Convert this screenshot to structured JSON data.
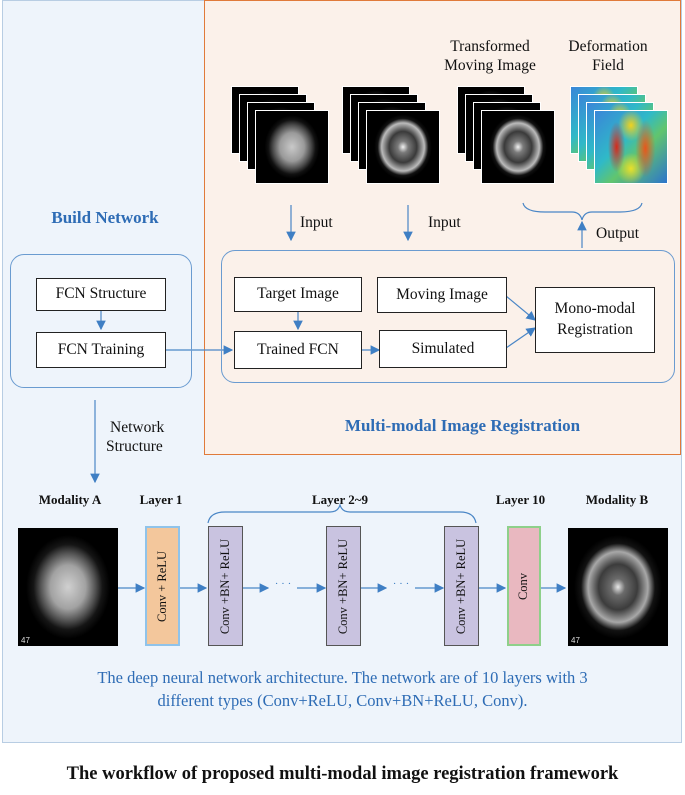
{
  "build_network": {
    "title": "Build Network",
    "fcn_structure": "FCN Structure",
    "fcn_training": "FCN Training"
  },
  "network_structure_label": {
    "line1": "Network",
    "line2": "Structure"
  },
  "registration": {
    "title": "Multi-modal Image Registration",
    "stack_labels": {
      "transformed": {
        "line1": "Transformed",
        "line2": "Moving Image"
      },
      "deformation": {
        "line1": "Deformation",
        "line2": "Field"
      }
    },
    "input1": "Input",
    "input2": "Input",
    "output": "Output",
    "target_image": "Target Image",
    "moving_image": "Moving Image",
    "trained_fcn": "Trained FCN",
    "simulated": "Simulated",
    "mono_modal": {
      "line1": "Mono-modal",
      "line2": "Registration"
    }
  },
  "architecture": {
    "modality_a": "Modality A",
    "modality_b": "Modality B",
    "layer1": "Layer 1",
    "layer2_9": "Layer 2~9",
    "layer10": "Layer 10",
    "conv_relu": "Conv + ReLU",
    "conv_bn_relu_1": "Conv +BN+ ReLU",
    "conv_bn_relu_2": "Conv +BN+ ReLU",
    "conv_bn_relu_3": "Conv +BN+ ReLU",
    "conv": "Conv",
    "dots1": "· · ·",
    "dots2": "· · ·",
    "slice_num_a": "47",
    "slice_num_b": "47",
    "caption_line1": "The deep neural network architecture. The network are of 10 layers with 3",
    "caption_line2": "different types (Conv+ReLU, Conv+BN+ReLU, Conv)."
  },
  "figure_caption": "The workflow of proposed multi-modal image registration framework",
  "colors": {
    "accent_blue": "#2e6cb5",
    "panel_border_orange": "#e07a3a",
    "layer1_fill": "#f3c79c",
    "layer_mid_fill": "#c9c3e0",
    "layer10_fill": "#e9b8c0"
  }
}
